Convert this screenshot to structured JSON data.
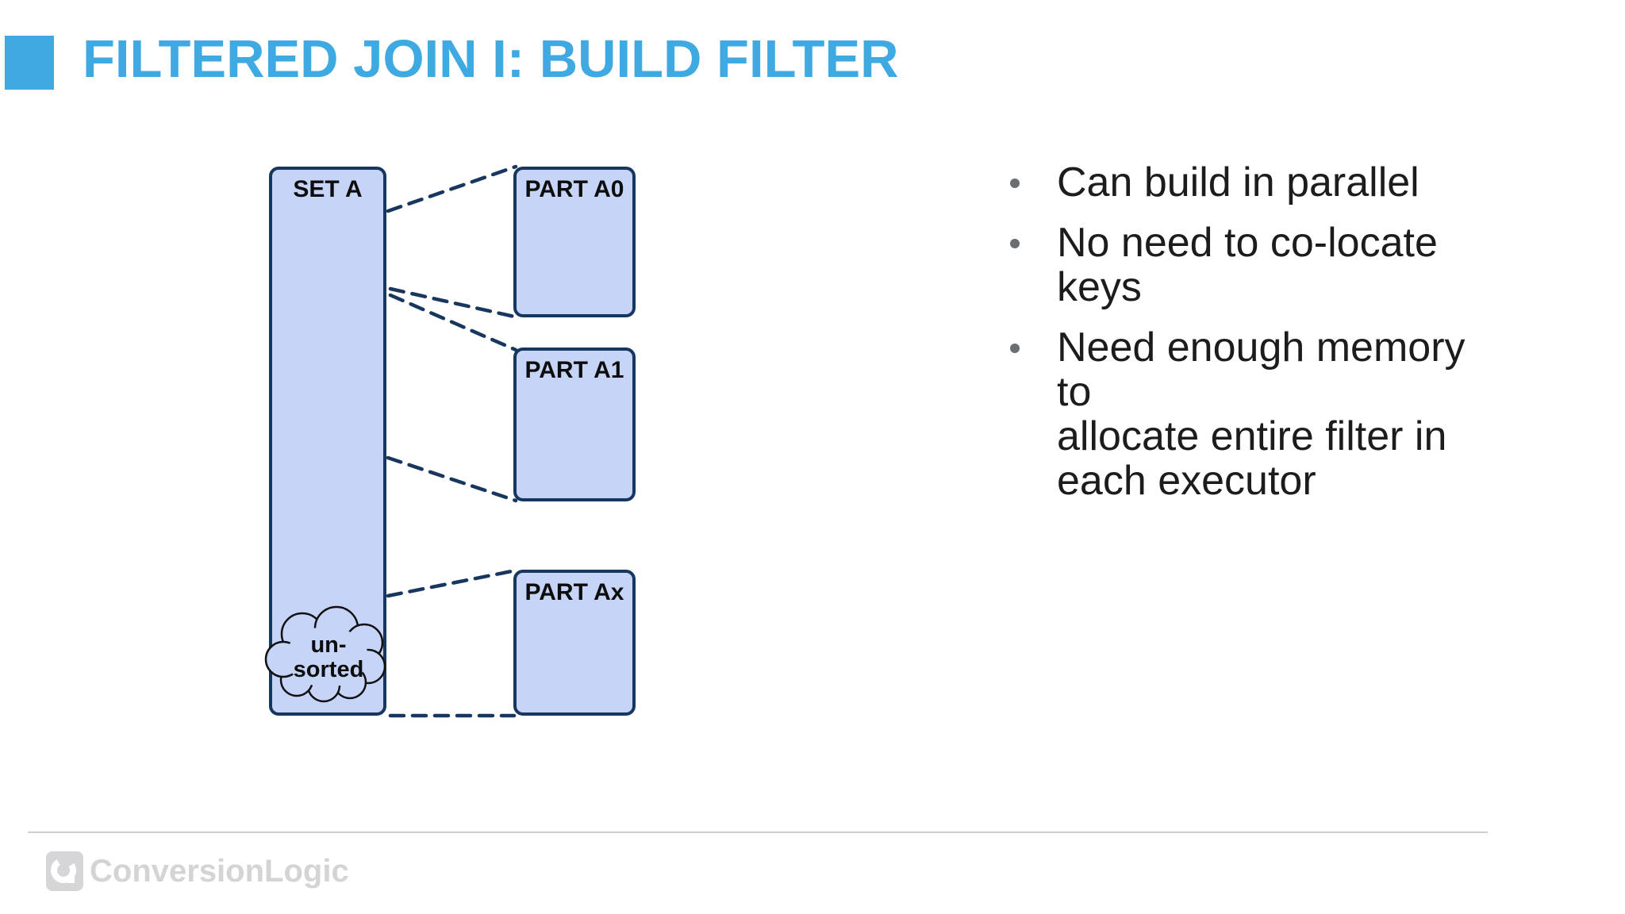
{
  "slide": {
    "title": "FILTERED JOIN I: BUILD FILTER"
  },
  "colors": {
    "accent_blue": "#3FA9E1",
    "box_fill": "#C6D4F8",
    "box_border": "#17375E",
    "bullet_text": "#1C1C1C",
    "bullet_dot": "#6A6E71",
    "footer_gray": "#D4D4D6"
  },
  "diagram": {
    "set_box": {
      "label": "SET A"
    },
    "partitions": [
      {
        "label": "PART A0"
      },
      {
        "label": "PART A1"
      },
      {
        "label": "PART Ax"
      }
    ],
    "cloud": {
      "line1": "un-",
      "line2": "sorted"
    }
  },
  "bullets": [
    {
      "text": "Can build in parallel"
    },
    {
      "text": "No need to co-locate\nkeys"
    },
    {
      "text": "Need enough memory to\nallocate entire filter in\neach executor"
    }
  ],
  "footer": {
    "logo_text": "ConversionLogic"
  }
}
